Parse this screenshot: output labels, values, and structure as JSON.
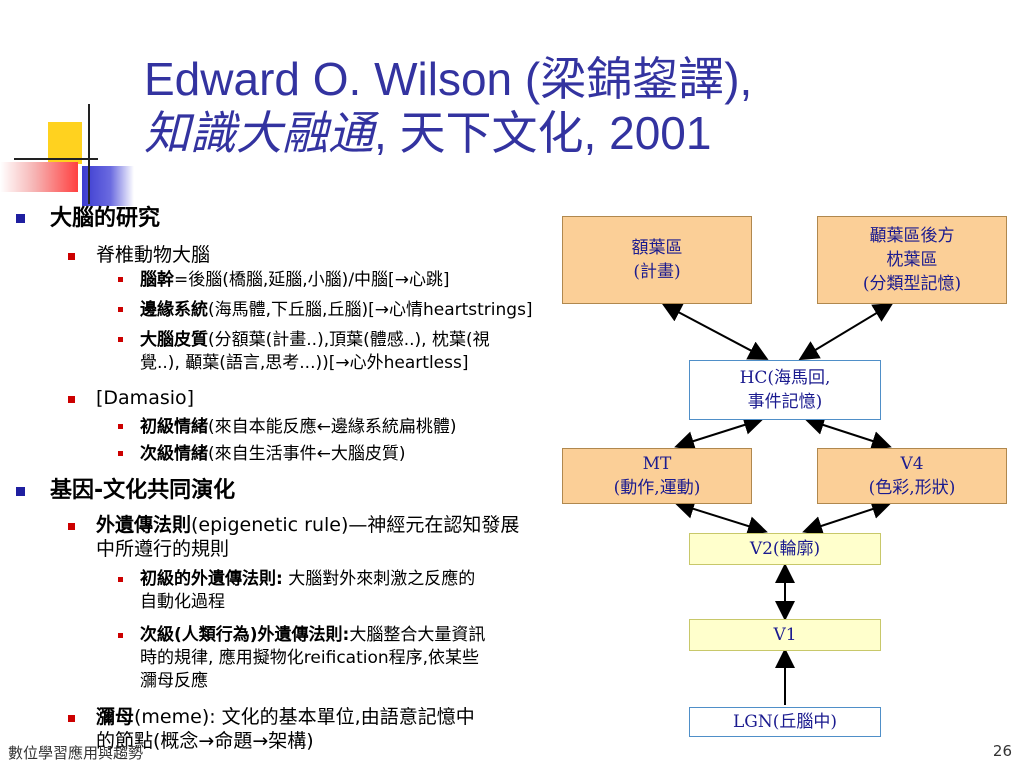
{
  "title": {
    "line1_en": "Edward O. Wilson (",
    "line1_cjk": "梁錦鋆譯",
    "line1_end": "),",
    "line2_a": "知識大融通",
    "line2_b": ", 天下文化, 2001"
  },
  "bullets": {
    "b1": "大腦的研究",
    "b1_1": "脊椎動物大腦",
    "b1_1_1_bold": "腦幹",
    "b1_1_1_rest": "=後腦(橋腦,延腦,小腦)/中腦[",
    "b1_1_1_end": "心跳]",
    "b1_1_2_bold": "邊緣系統",
    "b1_1_2_rest": "(海馬體,下丘腦,丘腦)[",
    "b1_1_2_end": "心情heartstrings]",
    "b1_1_3_bold": "大腦皮質",
    "b1_1_3_rest": "(分額葉(計畫..),頂葉(體感..), 枕葉(視",
    "b1_1_3_line2": "覺..), 顳葉(語言,思考...))[",
    "b1_1_3_end": "心外heartless]",
    "b1_2": "[Damasio]",
    "b1_2_1_bold": "初級情緒",
    "b1_2_1_rest": "(來自本能反應",
    "b1_2_1_end": "邊緣系統扁桃體)",
    "b1_2_2_bold": "次級情緒",
    "b1_2_2_rest": "(來自生活事件",
    "b1_2_2_end": "大腦皮質)",
    "b2": "基因-文化共同演化",
    "b2_1_bold": "外遺傳法則",
    "b2_1_rest": "(epigenetic rule)—神經元在認知發展",
    "b2_1_line2": "中所遵行的規則",
    "b2_1_1_bold": "初級的外遺傳法則:",
    "b2_1_1_rest": " 大腦對外來刺激之反應的",
    "b2_1_1_line2": "自動化過程",
    "b2_1_2_bold": "次級(人類行為)外遺傳法則:",
    "b2_1_2_rest": "大腦整合大量資訊",
    "b2_1_2_line2": "時的規律, 應用擬物化reification程序,依某些",
    "b2_1_2_line3": "瀰母反應",
    "b2_2_bold": "瀰母",
    "b2_2_rest": "(meme): 文化的基本單位,由語意記憶中",
    "b2_2_line2_a": "的節點(概念",
    "b2_2_line2_b": "命題",
    "b2_2_line2_c": "架構)",
    "arrow": "→",
    "arrow_left": "←"
  },
  "diagram": {
    "frontal_l1": "額葉區",
    "frontal_l2": "(計畫)",
    "temporal_l1": "顳葉區後方",
    "temporal_l2": "枕葉區",
    "temporal_l3": "(分類型記憶)",
    "hc_l1": "HC(海馬回,",
    "hc_l2": "事件記憶)",
    "mt_l1": "MT",
    "mt_l2": "(動作,運動)",
    "v4_l1": "V4",
    "v4_l2": "(色彩,形狀)",
    "v2": "V2(輪廓)",
    "v1": "V1",
    "lgn": "LGN(丘腦中)"
  },
  "footer": {
    "left": "數位學習應用與趨勢",
    "page": "26"
  },
  "colors": {
    "title": "#3333a0",
    "box_orange": "#fbcf97",
    "box_yellow": "#ffffcc",
    "bullet_red": "#cc0000",
    "bullet_blue": "#1f1fa0"
  }
}
